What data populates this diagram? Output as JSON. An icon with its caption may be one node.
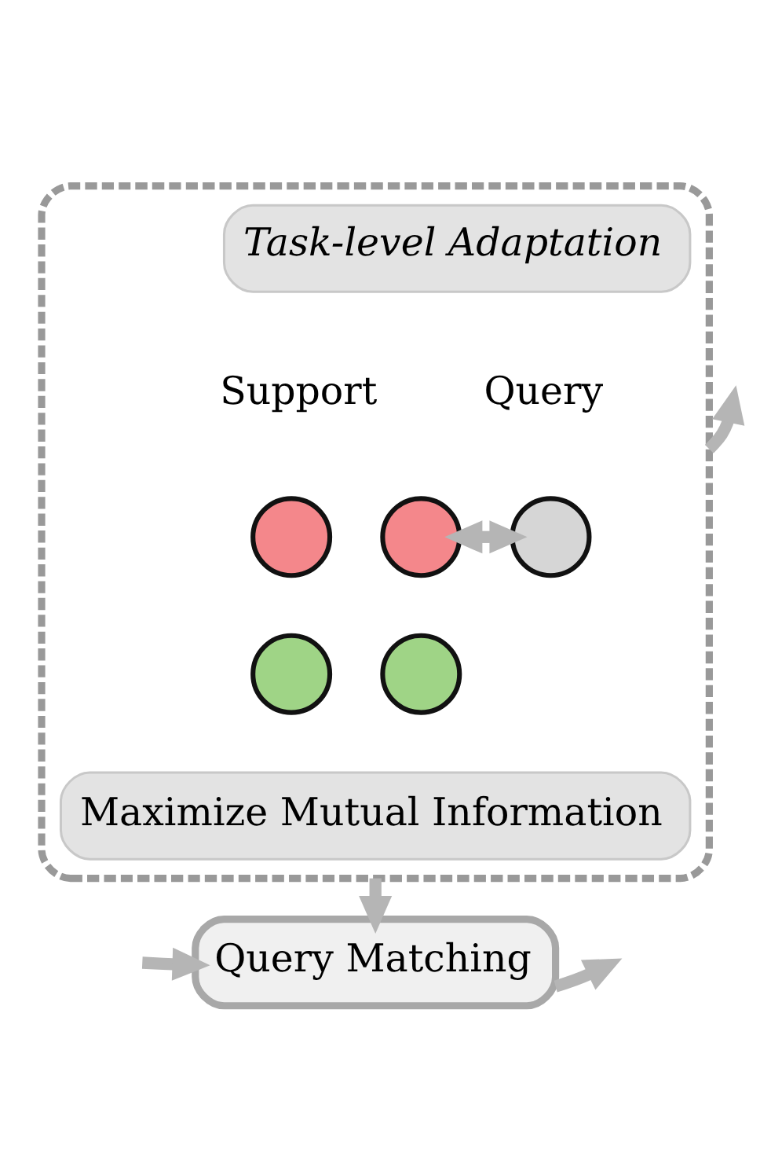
{
  "diagram": {
    "nodes": [
      {
        "text": [],
        "shape": "box"
      },
      {
        "text": [
          "Task-level Adaptation"
        ],
        "in": 0
      },
      {
        "text": [],
        "shape": "circle",
        "in": 0
      },
      {
        "text": [],
        "shape": "circle",
        "in": 0
      },
      {
        "text": [],
        "shape": "circle",
        "in": 0
      },
      {
        "text": [],
        "shape": "circle",
        "in": 0
      },
      {
        "text": [],
        "shape": "circle",
        "in": 0
      },
      {
        "text": [
          "Maximize Mutual Information"
        ],
        "in": 0
      },
      {
        "text": [
          "Query Matching"
        ]
      }
    ],
    "edges": [
      {
        "from": 3,
        "to": 6,
        "arrow": "both"
      },
      {
        "from": 0,
        "to": null,
        "arrow": "to"
      },
      {
        "from": 0,
        "to": 8,
        "arrow": "to"
      },
      {
        "from": 8,
        "to": null,
        "arrow": "to"
      },
      {
        "from": null,
        "to": 8,
        "arrow": "to"
      }
    ],
    "labels": [
      "Support",
      "Query"
    ]
  }
}
